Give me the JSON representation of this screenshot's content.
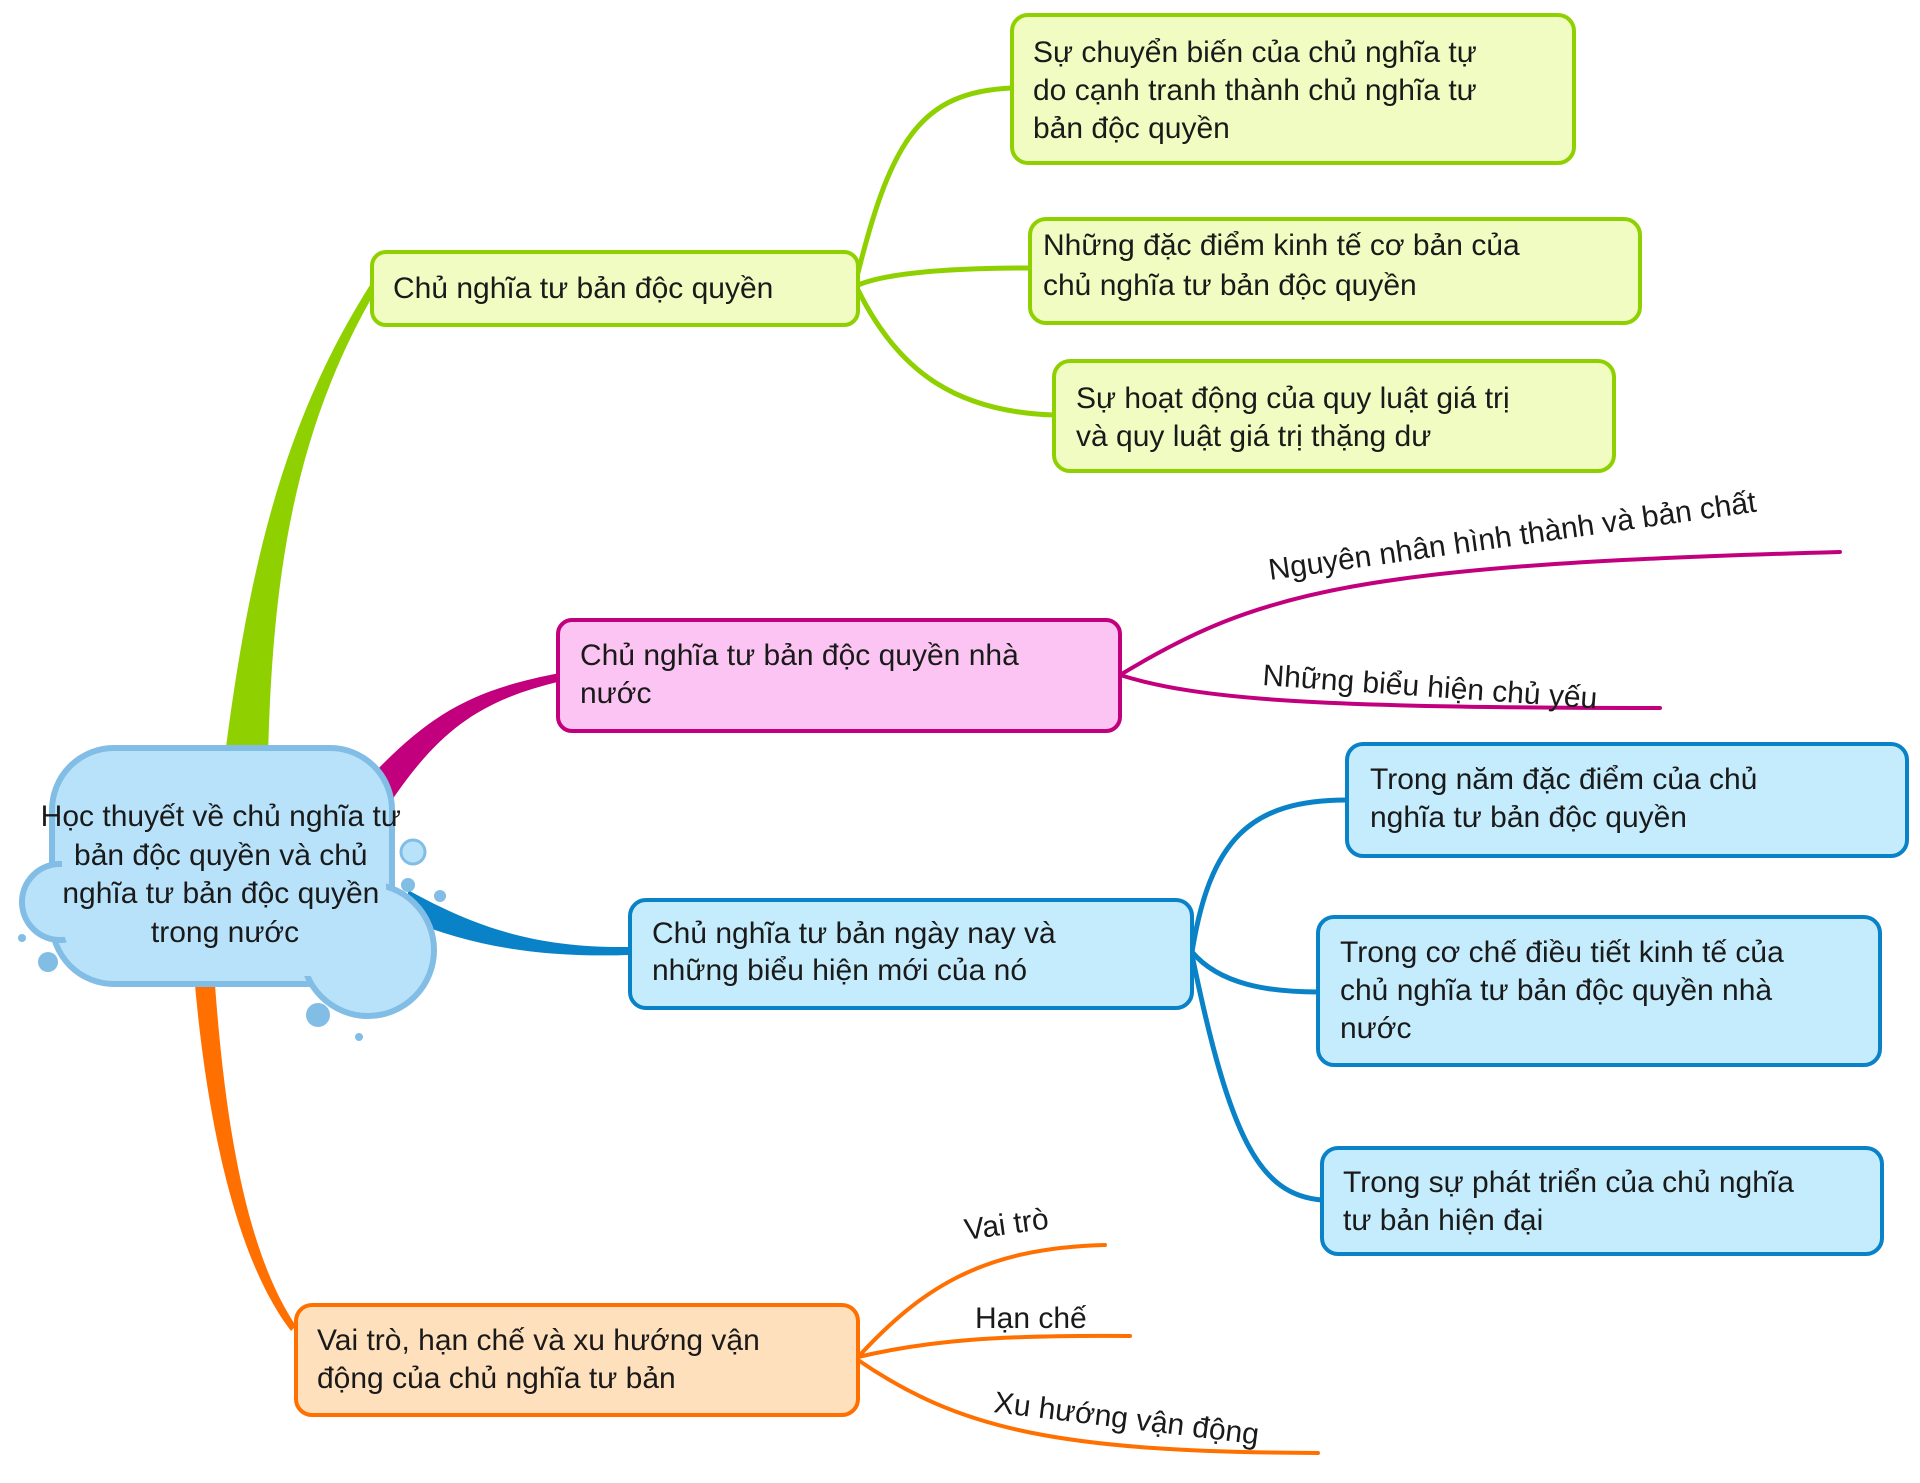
{
  "root": {
    "lines": [
      "Học thuyết về chủ nghĩa tư",
      "bản độc quyền và chủ",
      "nghĩa tư bản độc quyền",
      "trong nước"
    ]
  },
  "colors": {
    "root_fill": "#b8e2fa",
    "root_stroke": "#82bde6",
    "green": "#8fd100",
    "green_fill": "#f0fcc2",
    "magenta": "#c2007e",
    "magenta_fill": "#fcc4f2",
    "blue": "#0a82c8",
    "blue_fill": "#c4ecfc",
    "orange": "#ff7000",
    "orange_fill": "#ffe0bc"
  },
  "branches": [
    {
      "key": "green",
      "label_lines": [
        "Chủ nghĩa tư bản độc quyền"
      ],
      "children": [
        {
          "lines": [
            "Sự chuyển biến của chủ nghĩa tự",
            "do cạnh tranh thành chủ nghĩa tư",
            "bản độc quyền"
          ]
        },
        {
          "lines": [
            "Những đặc điểm kinh tế cơ bản của",
            "chủ nghĩa tư bản độc quyền"
          ]
        },
        {
          "lines": [
            "Sự hoạt động của quy luật giá trị",
            "và quy luật giá trị thặng dư"
          ]
        }
      ]
    },
    {
      "key": "magenta",
      "label_lines": [
        "Chủ nghĩa tư bản độc quyền nhà",
        "nước"
      ],
      "children": [
        {
          "lines": [
            "Nguyên nhân hình thành và bản chất"
          ]
        },
        {
          "lines": [
            "Những biểu hiện chủ yếu"
          ]
        }
      ]
    },
    {
      "key": "blue",
      "label_lines": [
        "Chủ nghĩa tư bản ngày nay và",
        "những biểu hiện mới của nó"
      ],
      "children": [
        {
          "lines": [
            "Trong năm đặc điểm của chủ",
            "nghĩa tư bản độc quyền"
          ]
        },
        {
          "lines": [
            "Trong cơ chế điều tiết kinh tế của",
            "chủ nghĩa tư bản độc quyền nhà",
            "nước"
          ]
        },
        {
          "lines": [
            "Trong sự phát triển của chủ nghĩa",
            "tư bản hiện đại"
          ]
        }
      ]
    },
    {
      "key": "orange",
      "label_lines": [
        "Vai trò, hạn chế và xu hướng vận",
        "động của chủ nghĩa tư bản"
      ],
      "children": [
        {
          "lines": [
            "Vai trò"
          ]
        },
        {
          "lines": [
            "Hạn chế"
          ]
        },
        {
          "lines": [
            "Xu hướng vận động"
          ]
        }
      ]
    }
  ]
}
